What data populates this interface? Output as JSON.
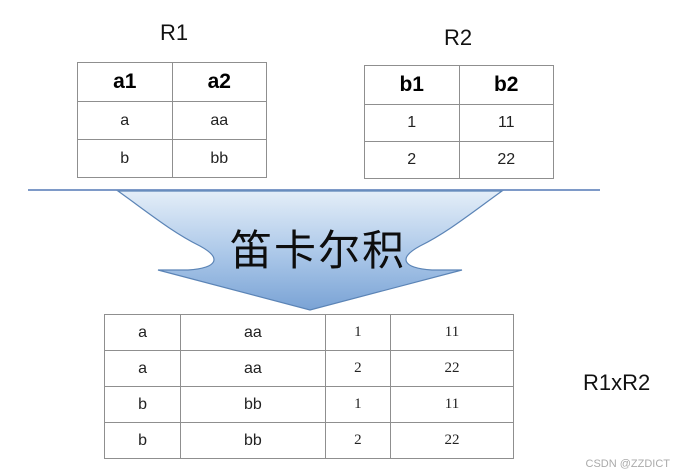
{
  "r1": {
    "title": "R1",
    "headers": [
      "a1",
      "a2"
    ],
    "rows": [
      [
        "a",
        "aa"
      ],
      [
        "b",
        "bb"
      ]
    ]
  },
  "r2": {
    "title": "R2",
    "headers": [
      "b1",
      "b2"
    ],
    "rows": [
      [
        "1",
        "11"
      ],
      [
        "2",
        "22"
      ]
    ]
  },
  "operation": {
    "label": "笛卡尔积"
  },
  "result": {
    "title": "R1xR2",
    "rows": [
      [
        "a",
        "aa",
        "1",
        "11"
      ],
      [
        "a",
        "aa",
        "2",
        "22"
      ],
      [
        "b",
        "bb",
        "1",
        "11"
      ],
      [
        "b",
        "bb",
        "2",
        "22"
      ]
    ]
  },
  "watermark": "CSDN @ZZDICT",
  "colors": {
    "funnel_top": "#dbe8f6",
    "funnel_bottom": "#7ea6d6",
    "funnel_edge": "#5b84b6",
    "divider": "#7e9ac8"
  }
}
